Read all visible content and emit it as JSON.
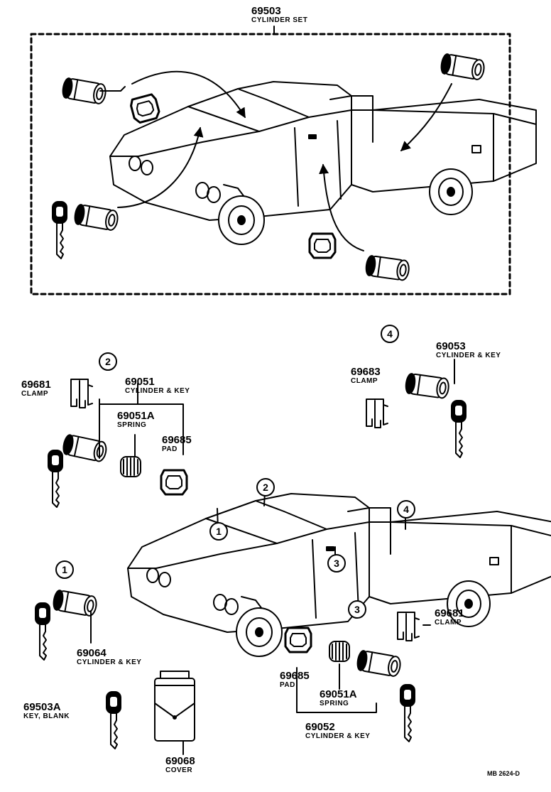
{
  "cylinder_set": {
    "part_no": "69503",
    "name": "CYLINDER SET"
  },
  "groups": [
    "1",
    "2",
    "3",
    "4"
  ],
  "parts": {
    "clamp_2": {
      "part_no": "69681",
      "name": "CLAMP"
    },
    "cyl_key_2": {
      "part_no": "69051",
      "name": "CYLINDER & KEY"
    },
    "spring_2": {
      "part_no": "69051A",
      "name": "SPRING"
    },
    "pad_2": {
      "part_no": "69685",
      "name": "PAD"
    },
    "clamp_4": {
      "part_no": "69683",
      "name": "CLAMP"
    },
    "cyl_key_4": {
      "part_no": "69053",
      "name": "CYLINDER & KEY"
    },
    "cyl_key_1": {
      "part_no": "69064",
      "name": "CYLINDER & KEY"
    },
    "key_blank": {
      "part_no": "69503A",
      "name": "KEY, BLANK"
    },
    "cover": {
      "part_no": "69068",
      "name": "COVER"
    },
    "clamp_3": {
      "part_no": "69681",
      "name": "CLAMP"
    },
    "pad_3": {
      "part_no": "69685",
      "name": "PAD"
    },
    "spring_3": {
      "part_no": "69051A",
      "name": "SPRING"
    },
    "cyl_key_3": {
      "part_no": "69052",
      "name": "CYLINDER & KEY"
    }
  },
  "diagram_code": "MB 2624-D"
}
